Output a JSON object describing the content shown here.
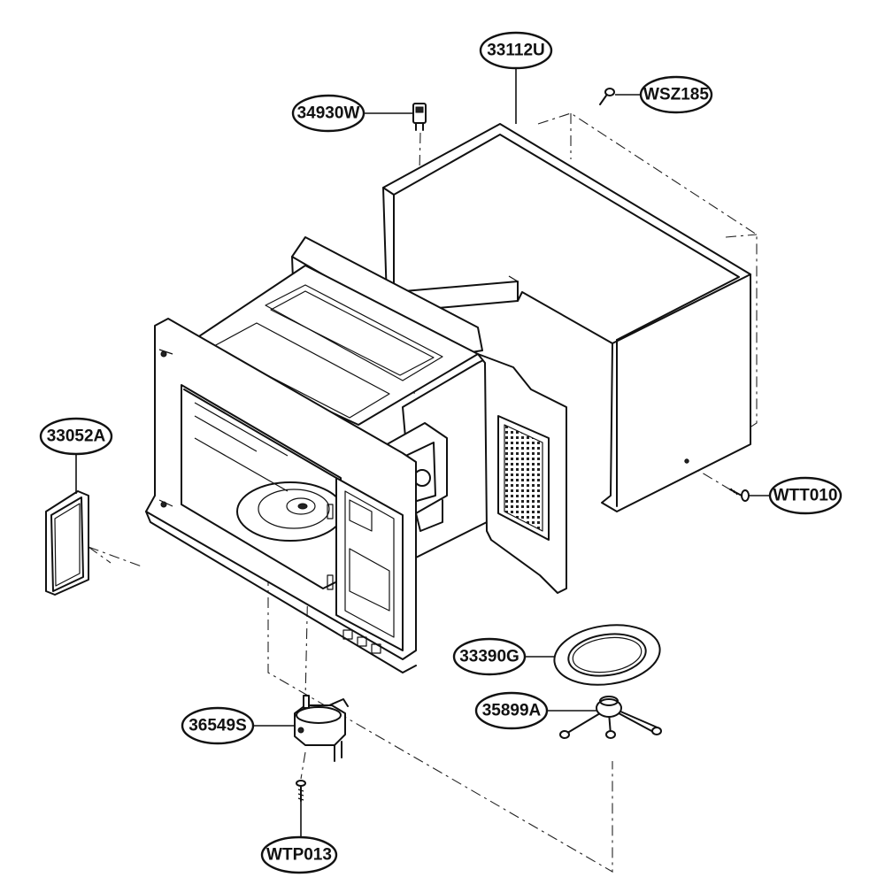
{
  "parts": {
    "outer_case": {
      "label": "33112U",
      "icon": "outer-case-icon"
    },
    "screw_top": {
      "label": "WSZ185",
      "icon": "screw-icon"
    },
    "door_switch": {
      "label": "34930W",
      "icon": "switch-icon"
    },
    "lamp_cover": {
      "label": "33052A",
      "icon": "lamp-cover-icon"
    },
    "screw_side": {
      "label": "WTT010",
      "icon": "screw-icon"
    },
    "tray": {
      "label": "33390G",
      "icon": "glass-tray-icon"
    },
    "roller_rest": {
      "label": "35899A",
      "icon": "roller-rest-icon"
    },
    "motor": {
      "label": "36549S",
      "icon": "turntable-motor-icon"
    },
    "screw_motor": {
      "label": "WTP013",
      "icon": "screw-icon"
    }
  }
}
